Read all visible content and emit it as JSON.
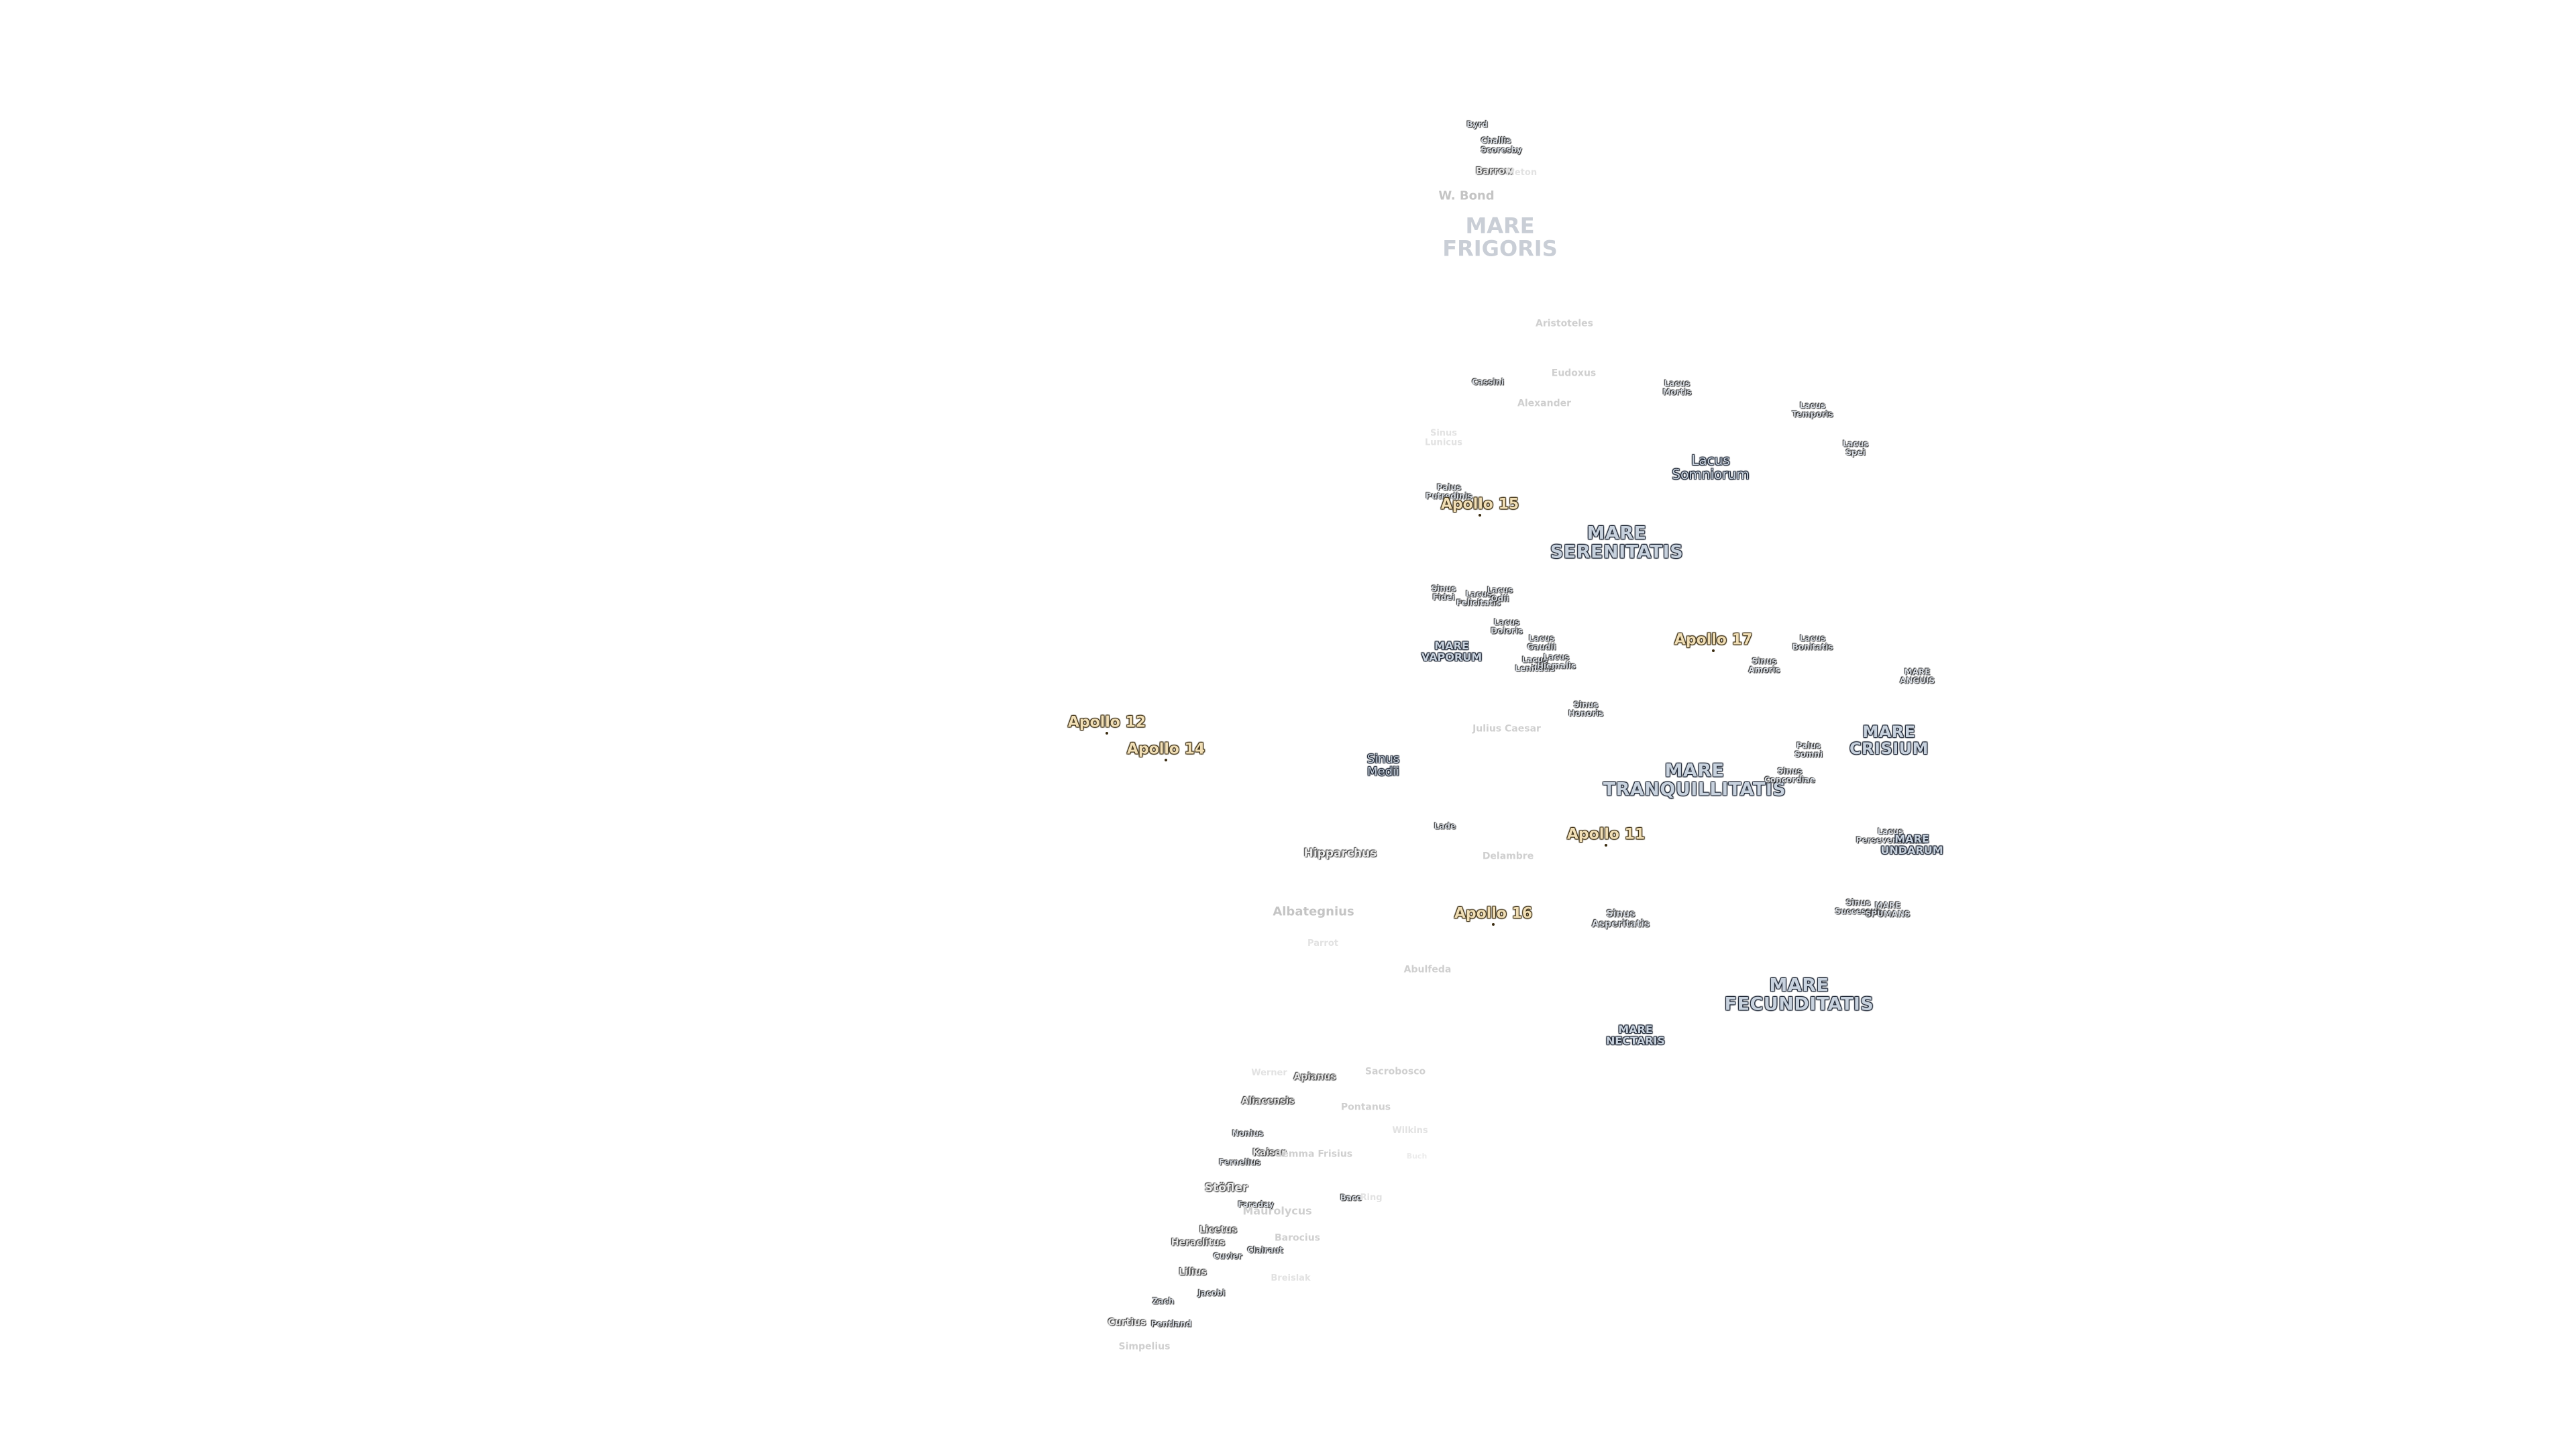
{
  "map": {
    "colors": {
      "background": "#ffffff",
      "mare_text": "#c8d2de",
      "apollo_text": "#f1dfb6",
      "outline": "#1a2230"
    },
    "labels": {
      "byrd": "Byrd",
      "challis": "Challis",
      "scoresby": "Scoresby",
      "barrow": "Barrow",
      "meton": "Meton",
      "w_bond": "W. Bond",
      "mare_frigoris": "MARE\nFRIGORIS",
      "aristoteles": "Aristoteles",
      "eudoxus": "Eudoxus",
      "cassini": "Cassini",
      "alexander": "Alexander",
      "lacus_mortis": "Lacus\nMortis",
      "lacus_temporis": "Lacus\nTemporis",
      "lacus_spei": "Lacus\nSpei",
      "sinus_lunicus": "Sinus\nLunicus",
      "lacus_somniorum": "Lacus\nSomniorum",
      "palus_putredinis": "Palus\nPutredinis",
      "mare_serenitatis": "MARE\nSERENITATIS",
      "sinus_fidei": "Sinus\nFidei",
      "lacus_felicitatis": "Lacus\nFelicitatis",
      "lacus_odii": "Lacus\nOdii",
      "lacus_doloris": "Lacus\nDoloris",
      "lacus_gaudii": "Lacus\nGaudii",
      "mare_vaporum": "MARE\nVAPORUM",
      "lacus_lenitatis": "Lacus\nLenitatis",
      "lacus_hiemalis": "Lacus\nHiemalis",
      "sinus_amoris": "Sinus\nAmoris",
      "lacus_bonitatis": "Lacus\nBonitatis",
      "mare_anguis": "MARE\nANGUIS",
      "sinus_honoris": "Sinus\nHonoris",
      "julius_caesar": "Julius Caesar",
      "sinus_medii": "Sinus\nMedii",
      "mare_tranquillitatis": "MARE\nTRANQUILLITATIS",
      "palus_somni": "Palus\nSomni",
      "sinus_concordiae": "Sinus\nConcordiae",
      "mare_crisium": "MARE\nCRISIUM",
      "lade": "Lade",
      "hipparchus": "Hipparchus",
      "delambre": "Delambre",
      "lacus_perseverantiae": "Lacus\nPerseverantiae",
      "mare_undarum": "MARE\nUNDARUM",
      "albategnius": "Albategnius",
      "sinus_asperitatis": "Sinus\nAsperitatis",
      "sinus_successus": "Sinus\nSuccessus",
      "mare_spumans": "MARE\nSPUMANS",
      "parrot": "Parrot",
      "abulfeda": "Abulfeda",
      "mare_fecunditatis": "MARE\nFECUNDITATIS",
      "mare_nectaris": "MARE\nNECTARIS",
      "werner": "Werner",
      "apianus": "Apianus",
      "sacrobosco": "Sacrobosco",
      "aliacensis": "Aliacensis",
      "pontanus": "Pontanus",
      "wilkins": "Wilkins",
      "nonius": "Nonius",
      "kaiser": "Kaiser",
      "gemma_frisius": "Gemma Frisius",
      "fernelius": "Fernelius",
      "buch": "Buch",
      "stofler": "Stöfler",
      "faraday": "Faraday",
      "maurolycus": "Maurolycus",
      "baco": "Baco",
      "barocius_ring": "Barocius",
      "licetus": "Licetus",
      "heraclitus": "Heraclitus",
      "clairaut": "Clairaut",
      "barocius": "Barocius",
      "cuvier": "Cuvier",
      "lilius": "Lilius",
      "breislak": "Breislak",
      "zach": "Zach",
      "jacobi": "Jacobi",
      "curtius": "Curtius",
      "pentland": "Pentland",
      "simpelius": "Simpelius",
      "ring": "Ring"
    },
    "apollo": {
      "a15": "Apollo 15",
      "a17": "Apollo 17",
      "a12": "Apollo 12",
      "a14": "Apollo 14",
      "a11": "Apollo 11",
      "a16": "Apollo 16"
    }
  }
}
